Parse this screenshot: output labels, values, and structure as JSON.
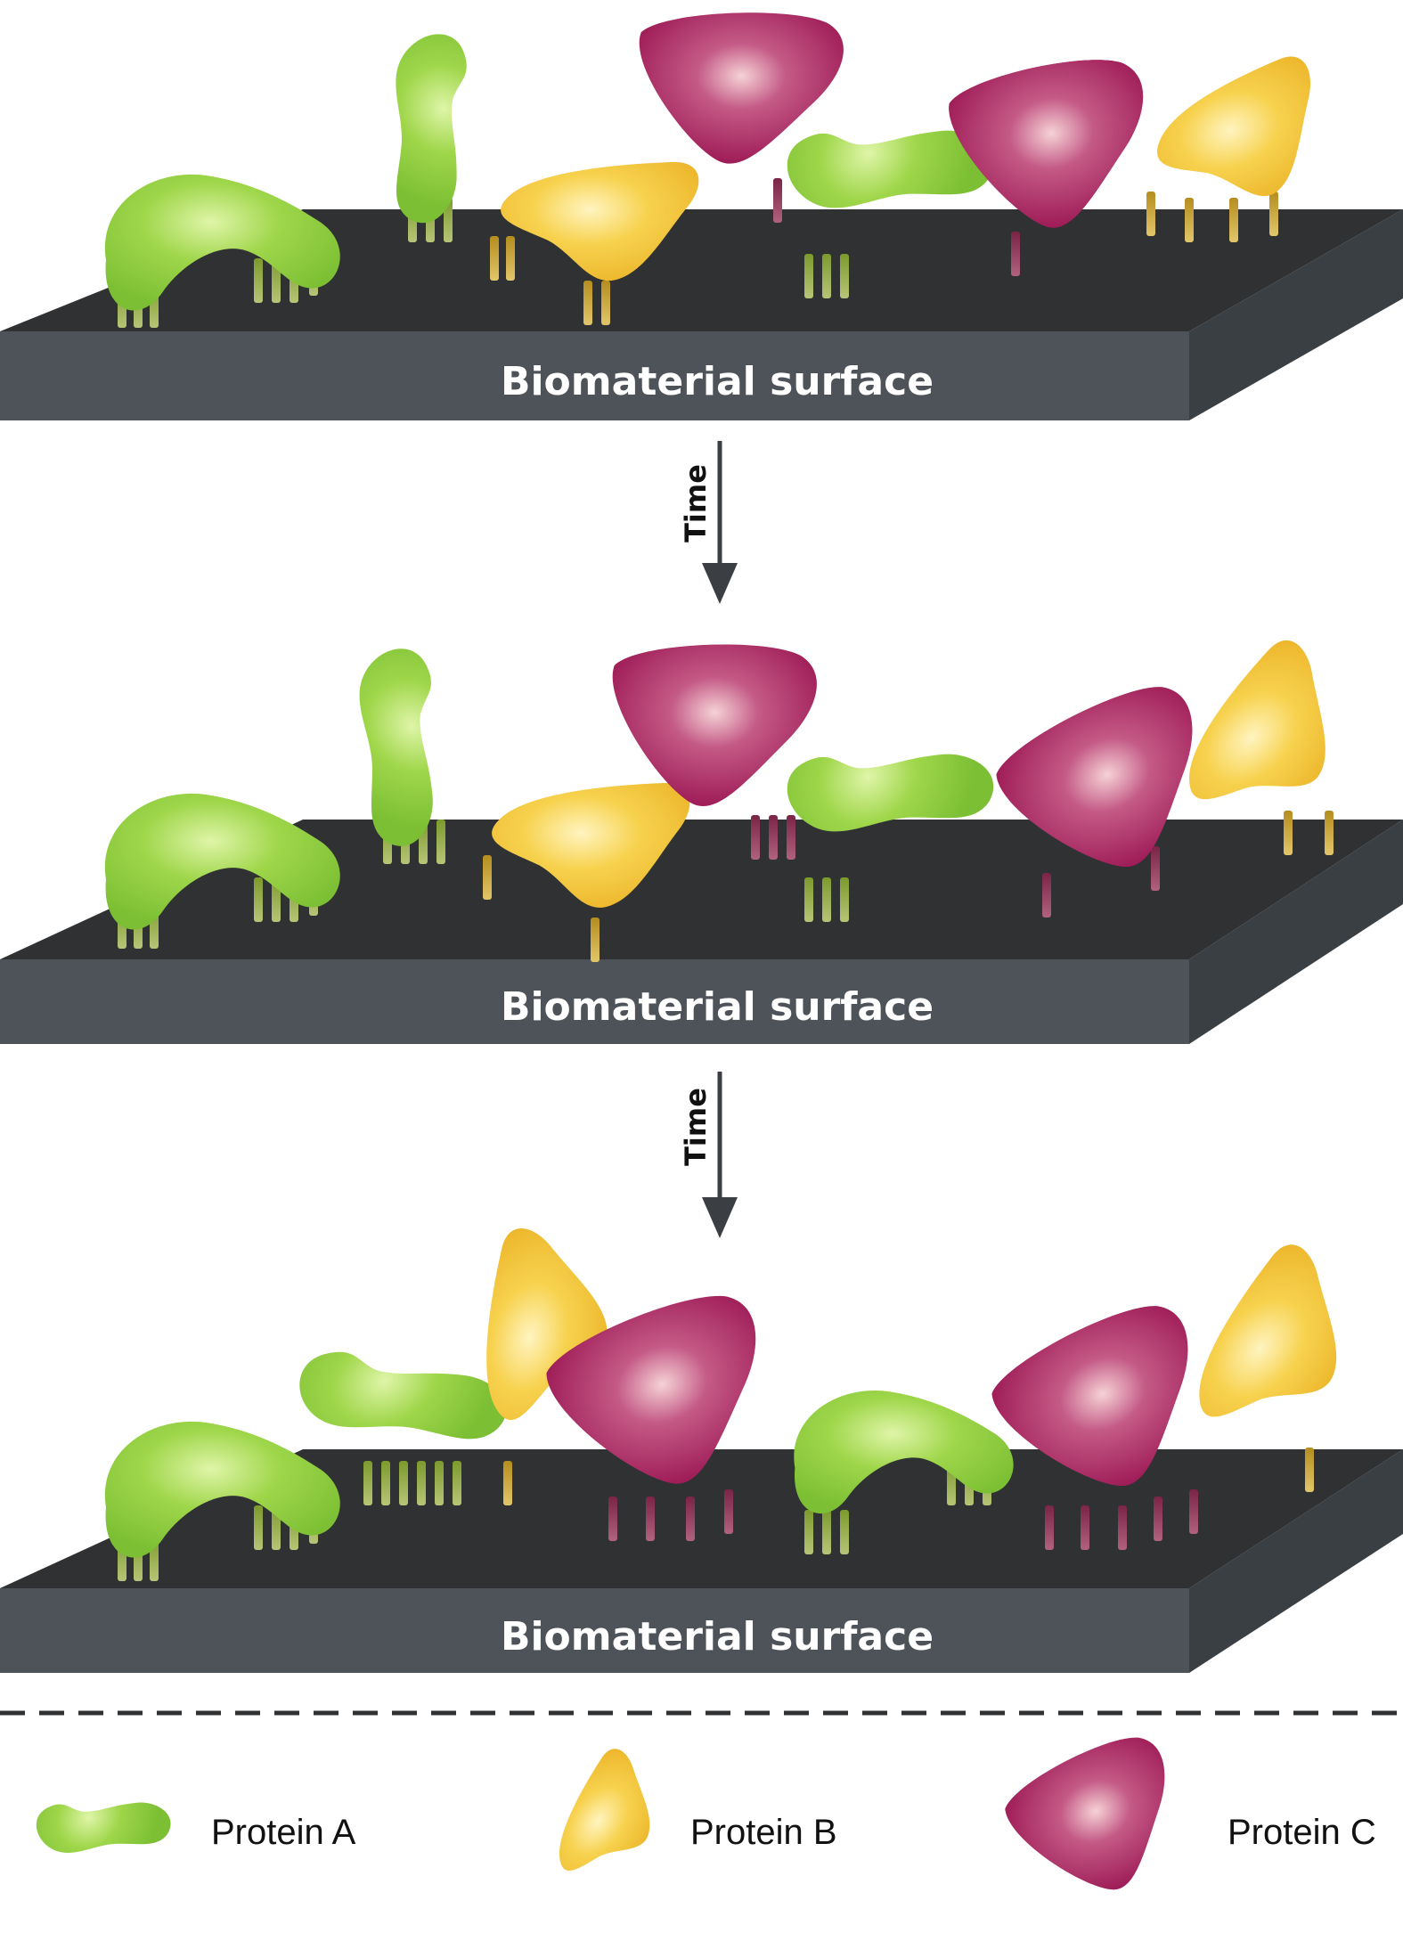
{
  "panels": [
    {
      "surface_label": "Biomaterial surface"
    },
    {
      "surface_label": "Biomaterial surface"
    },
    {
      "surface_label": "Biomaterial surface"
    }
  ],
  "arrows": [
    {
      "label": "Time"
    },
    {
      "label": "Time"
    }
  ],
  "legend": [
    {
      "label": "Protein A",
      "color": "#8dc63f"
    },
    {
      "label": "Protein B",
      "color": "#f2c236"
    },
    {
      "label": "Protein C",
      "color": "#a3195b"
    }
  ],
  "colors": {
    "slab_top": "#2f3133",
    "slab_front": "#4d5358",
    "slab_side": "#3a3f43",
    "stalk_green": "#9aa24a",
    "stalk_yellow": "#c9a43a",
    "stalk_magenta": "#8a3a5a"
  }
}
